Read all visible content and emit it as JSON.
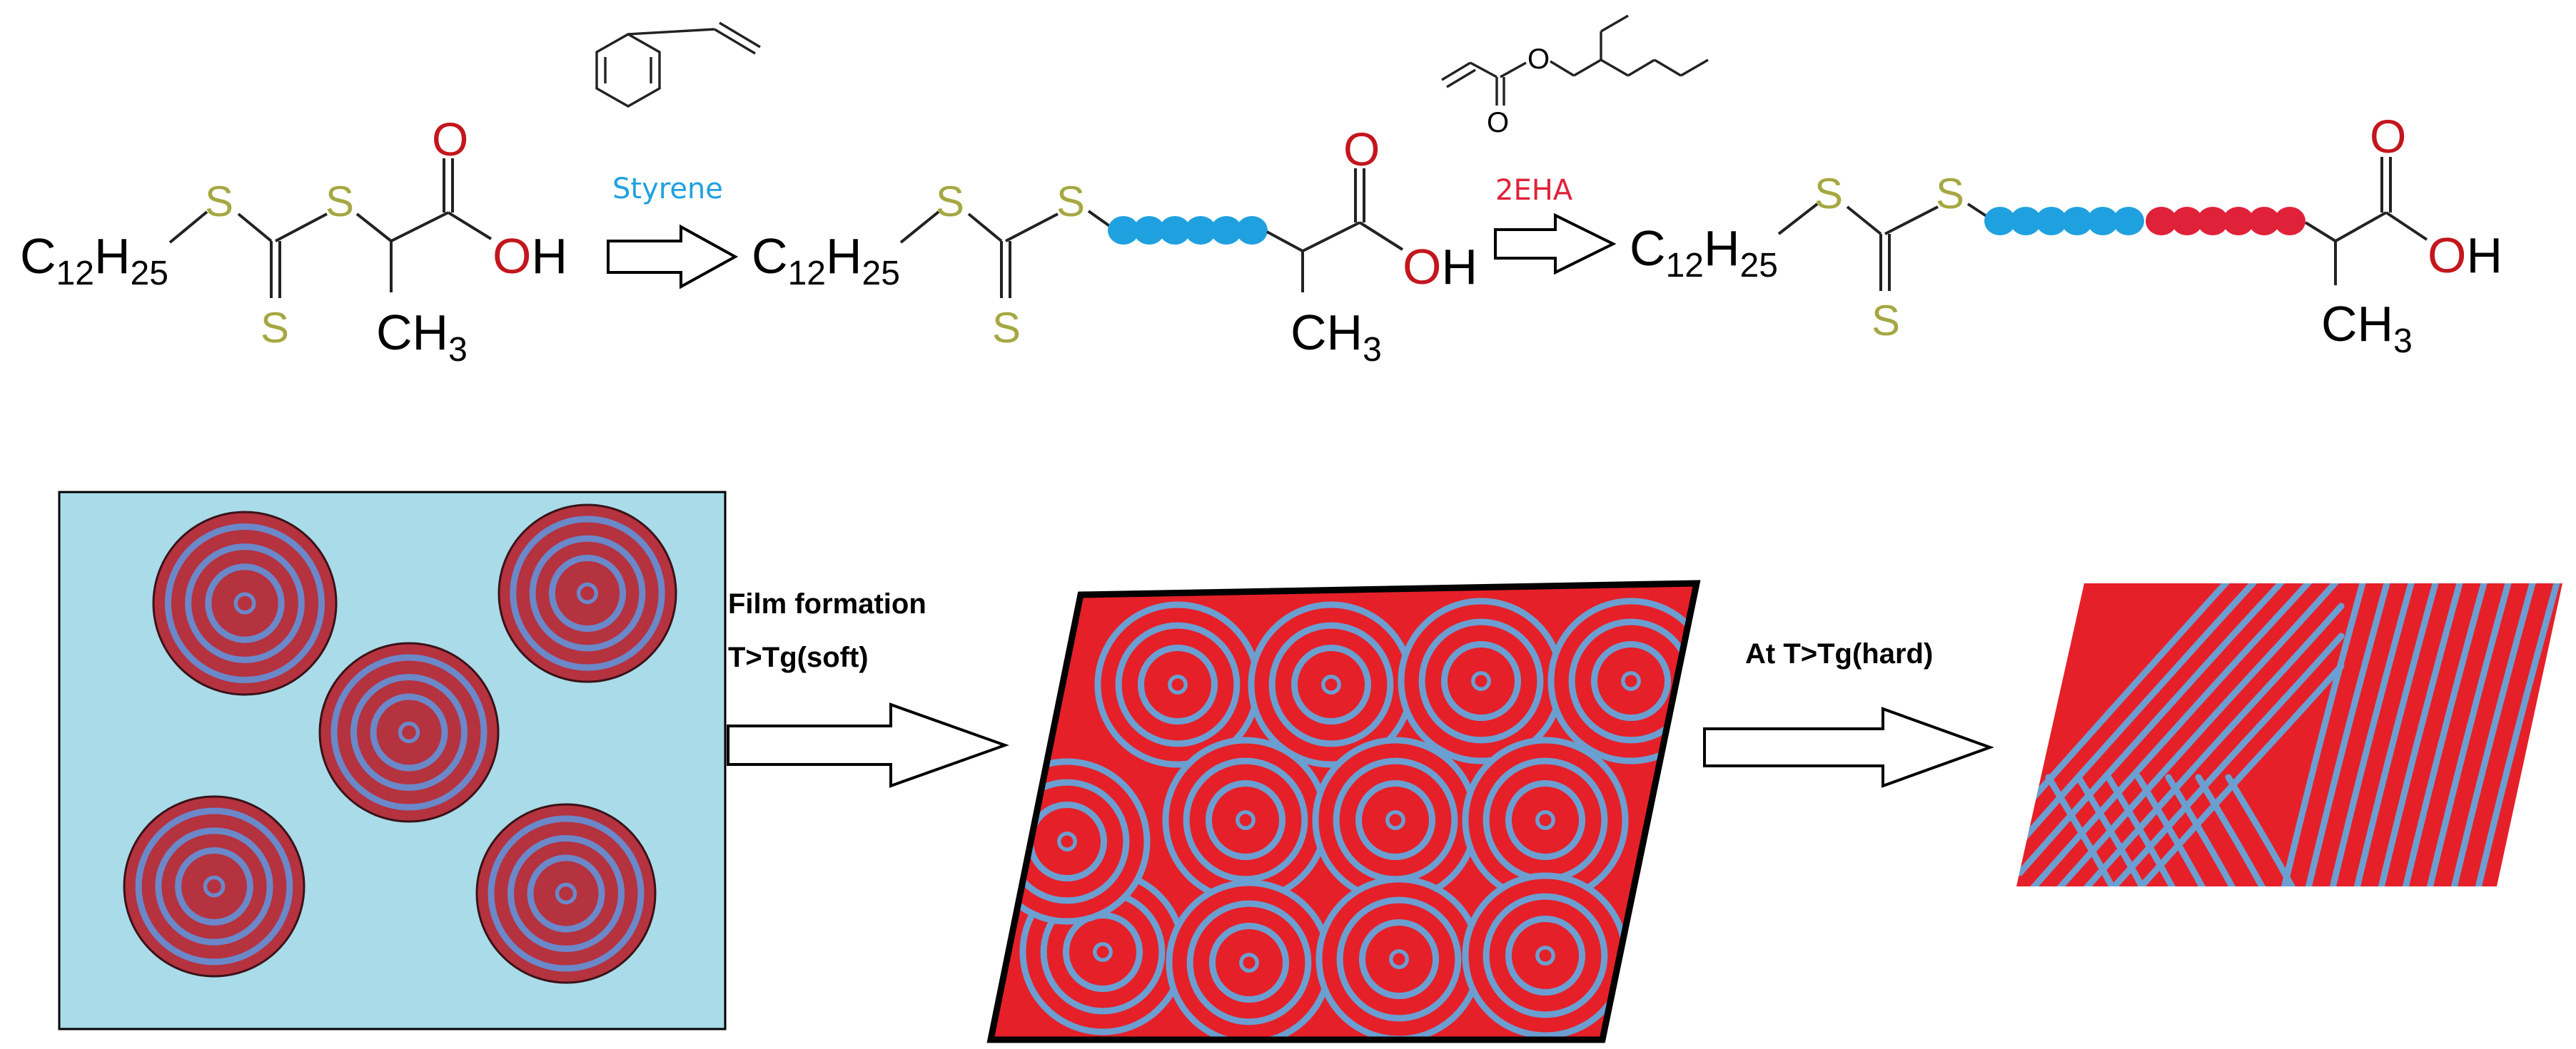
{
  "colors": {
    "sulfur": "#a5a842",
    "oxygen": "#c3161d",
    "styrene_block": "#1fa1e0",
    "ehma_block": "#e0213a",
    "particle_red": "#b5323f",
    "particle_blue": "#6b88c9",
    "background_blue": "#a9dbe8",
    "film_red": "#e52029",
    "film_blue": "#6b9fd1"
  },
  "chemistry": {
    "chain_group": "C12H25",
    "methyl": "CH3",
    "sulfur": "S",
    "oxygen": "O",
    "hydroxyl": "OH",
    "monomer1_label": "Styrene",
    "monomer2_label": "2EHA"
  },
  "process": {
    "step1_line1": "Film formation",
    "step1_line2": "T>Tg(soft)",
    "step2_label": "At T>Tg(hard)"
  }
}
